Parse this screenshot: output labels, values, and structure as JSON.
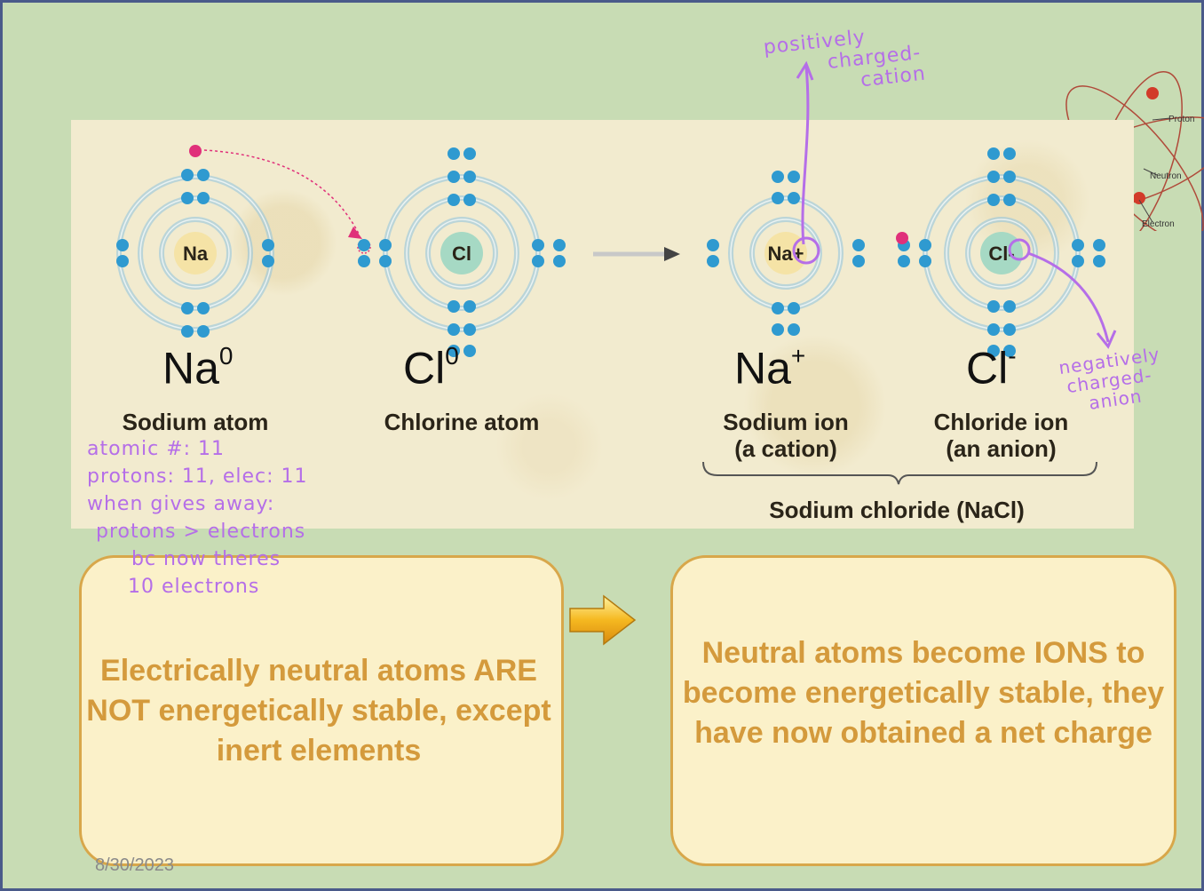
{
  "date": "8/30/2023",
  "diagram": {
    "atoms": [
      {
        "nucleus": "Na",
        "symbol_base": "Na",
        "symbol_sup": "0",
        "label": "Sodium atom"
      },
      {
        "nucleus": "Cl",
        "symbol_base": "Cl",
        "symbol_sup": "0",
        "label": "Chlorine atom"
      },
      {
        "nucleus": "Na",
        "nucleus_charge": "+",
        "symbol_base": "Na",
        "symbol_sup": "+",
        "label": "Sodium ion\n(a cation)"
      },
      {
        "nucleus": "Cl",
        "nucleus_charge": "-",
        "symbol_base": "Cl",
        "symbol_sup": "-",
        "label": "Chloride ion\n(an anion)"
      }
    ],
    "compound_label": "Sodium chloride (NaCl)",
    "legend": [
      "Proton",
      "Neutron",
      "Electron"
    ],
    "colors": {
      "electron": "#2f9ad0",
      "transferred_electron": "#e0307a",
      "na_nucleus": "#f5e3a6",
      "cl_nucleus": "#a6d9c4",
      "orbit": "#8ec3e0"
    }
  },
  "boxes": {
    "left": "Electrically neutral atoms ARE NOT energetically stable, except inert elements",
    "right": "Neutral atoms become IONS to become energetically stable, they have now obtained a net charge"
  },
  "annotations": {
    "cation_note": [
      "positively",
      "charged-",
      "cation"
    ],
    "anion_note": [
      "negatively",
      "charged-",
      "anion"
    ],
    "sodium_note": [
      "atomic #: 11",
      "protons: 11, elec: 11",
      "when gives away:",
      "protons > electrons",
      "bc now theres",
      "10 electrons"
    ]
  }
}
